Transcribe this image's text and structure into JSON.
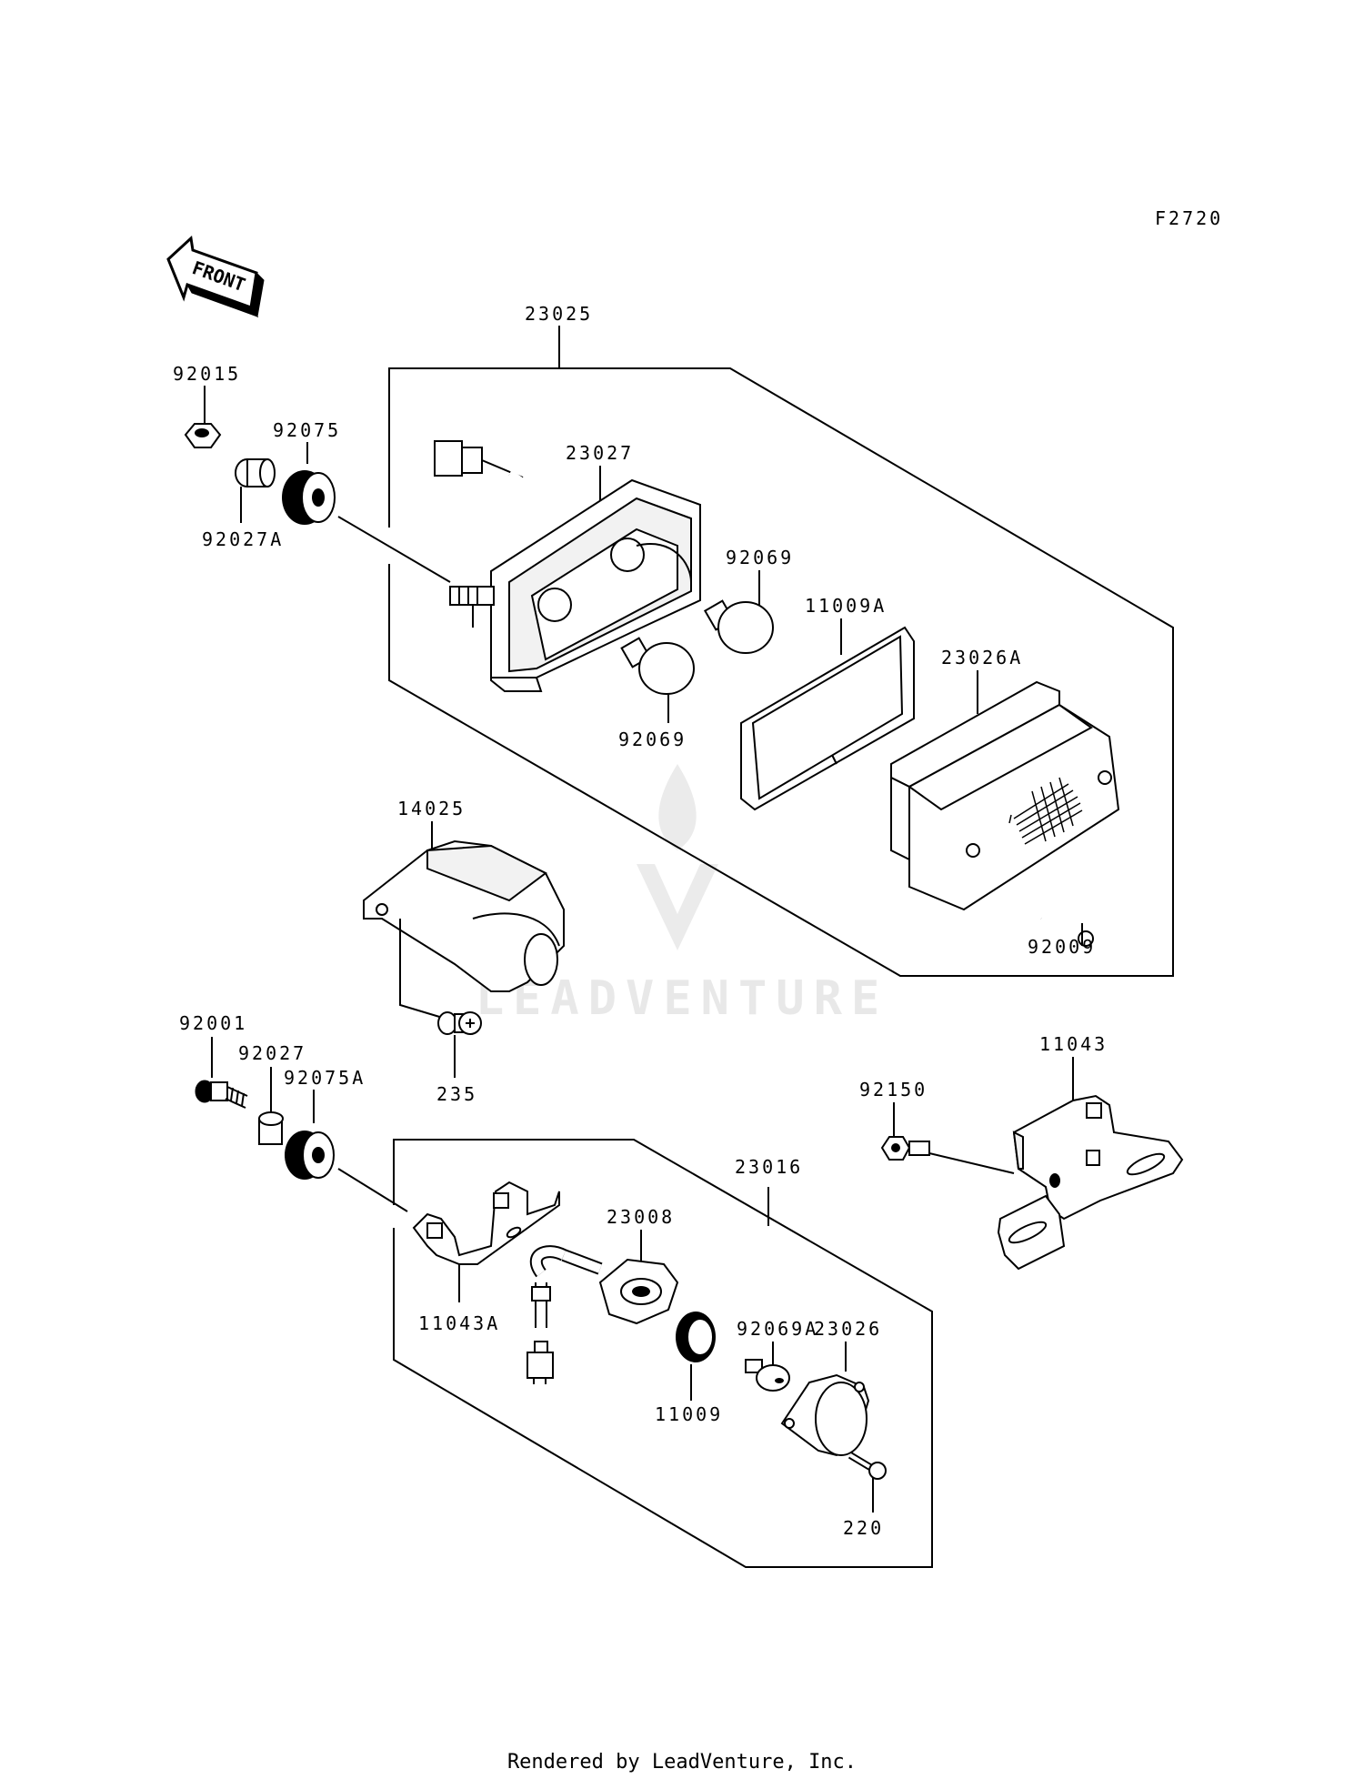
{
  "diagram": {
    "figure_code": "F2720",
    "front_label": "FRONT",
    "watermark": "LEADVENTURE",
    "footer": "Rendered by LeadVenture, Inc.",
    "parts": {
      "p23025": "23025",
      "p92015": "92015",
      "p92075": "92075",
      "p92027A": "92027A",
      "p23027": "23027",
      "p92069_top": "92069",
      "p92069_bottom": "92069",
      "p11009A": "11009A",
      "p23026A": "23026A",
      "p14025": "14025",
      "p92009": "92009",
      "p92001": "92001",
      "p92027": "92027",
      "p92075A": "92075A",
      "p235": "235",
      "p11043": "11043",
      "p92150": "92150",
      "p23016": "23016",
      "p23008": "23008",
      "p11043A": "11043A",
      "p92069A": "92069A",
      "p23026": "23026",
      "p11009": "11009",
      "p220": "220"
    }
  }
}
